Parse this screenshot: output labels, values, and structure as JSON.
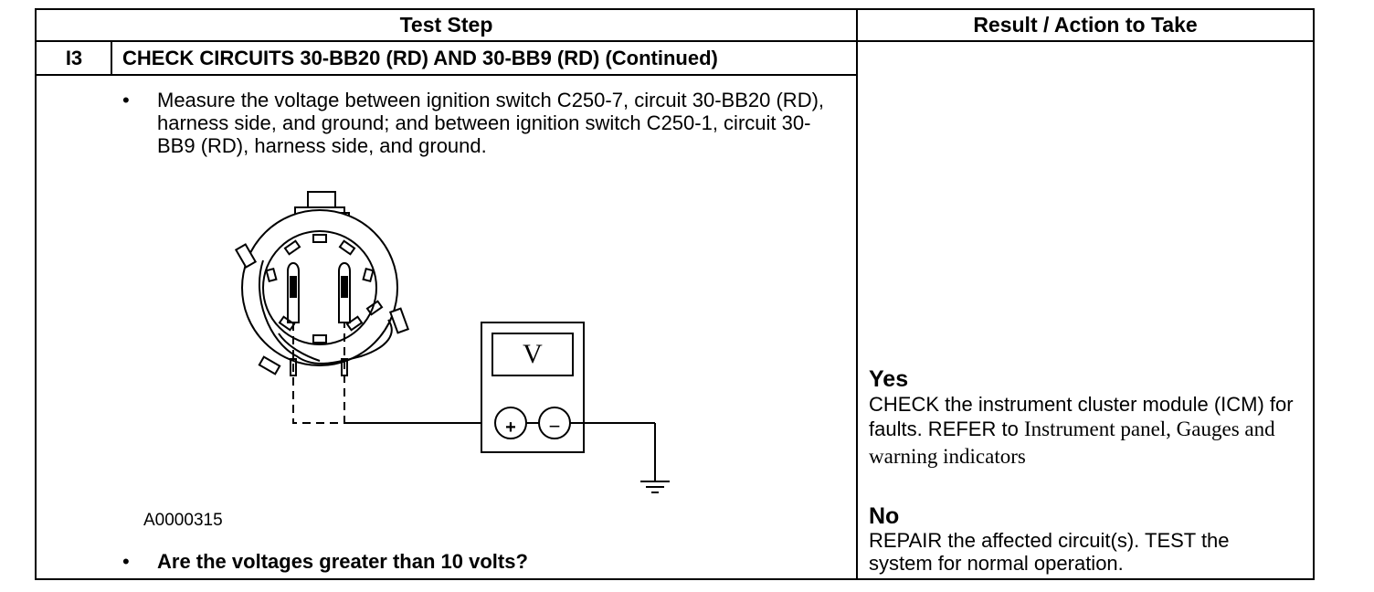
{
  "table": {
    "header_test_step": "Test Step",
    "header_result": "Result / Action to Take",
    "step_id": "I3",
    "step_title": "CHECK CIRCUITS 30-BB20 (RD) AND 30-BB9 (RD) (Continued)",
    "bullet_glyph": "•",
    "instruction": "Measure the voltage between ignition switch C250-7, circuit 30-BB20 (RD), harness side, and ground; and between ignition switch C250-1, circuit 30-BB9 (RD), harness side, and ground.",
    "figure_id": "A0000315",
    "question": "Are the voltages greater than 10 volts?"
  },
  "diagram": {
    "meter_symbol": "V",
    "plus_symbol": "+",
    "minus_symbol": "−"
  },
  "results": {
    "yes_label": "Yes",
    "yes_action": "CHECK the instrument cluster module (ICM) for faults. REFER to",
    "yes_reference": "Instrument panel, Gauges and warning indicators",
    "no_label": "No",
    "no_action": "REPAIR the affected circuit(s). TEST the system for normal operation."
  }
}
